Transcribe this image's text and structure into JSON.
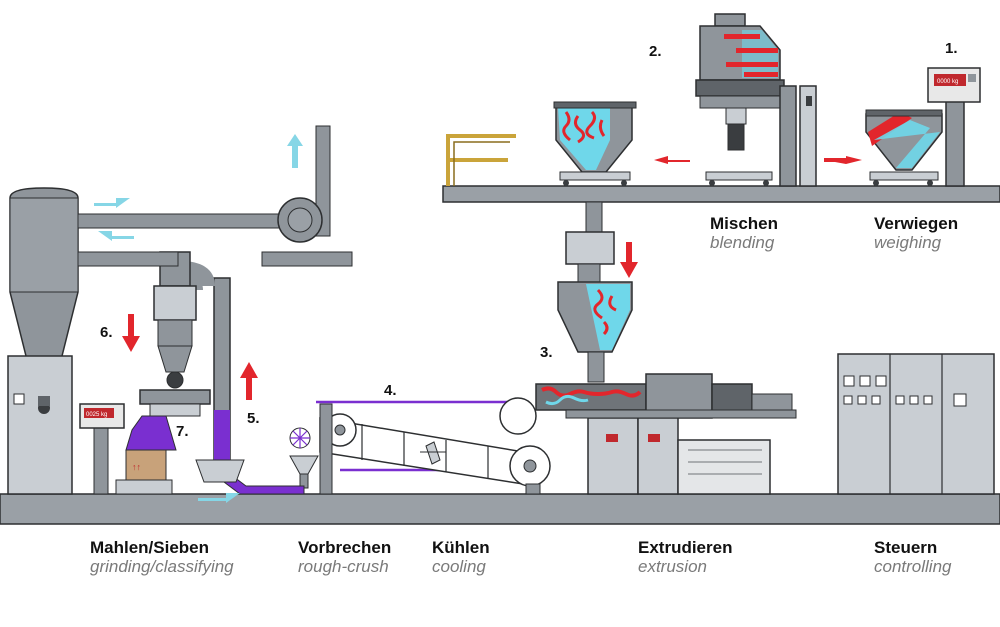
{
  "colors": {
    "machine": "#8f959b",
    "machine_dark": "#3a3d40",
    "machine_light": "#c9ced3",
    "floor": "#9aa0a6",
    "process_arrow": "#e2262c",
    "air_arrow": "#86d6e6",
    "powder": "#7a2fd0",
    "material_red": "#e2262c",
    "material_cyan": "#6fd7ea",
    "rack": "#caa43a",
    "scale_display": "#c0282d"
  },
  "steps": [
    {
      "num": "1.",
      "de": "Verwiegen",
      "en": "weighing"
    },
    {
      "num": "2.",
      "de": "Mischen",
      "en": "blending"
    },
    {
      "num": "3.",
      "de": "Extrudieren",
      "en": "extrusion"
    },
    {
      "num": "4.",
      "de": "Kühlen",
      "en": "cooling"
    },
    {
      "num": "5.",
      "de": "Vorbrechen",
      "en": "rough-crush"
    },
    {
      "num": "6.",
      "de": "Mahlen/Sieben",
      "en": "grinding/classifying"
    },
    {
      "num": "7.",
      "de": "",
      "en": ""
    }
  ],
  "controlling": {
    "de": "Steuern",
    "en": "controlling"
  },
  "scales": {
    "weighing_readout": "0000 kg",
    "packing_readout": "0025 kg"
  }
}
